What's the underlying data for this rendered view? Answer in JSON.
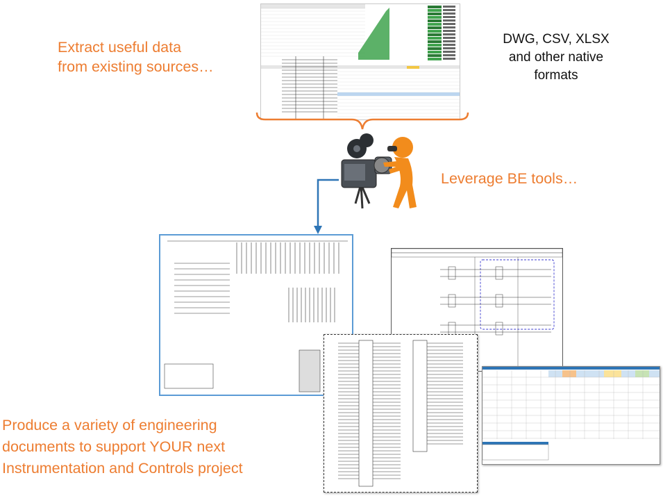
{
  "slide": {
    "caption_extract": [
      "Extract useful data",
      "from existing sources…"
    ],
    "caption_formats": [
      "DWG, CSV, XLSX",
      "and other native",
      "formats"
    ],
    "caption_leverage": "Leverage BE tools…",
    "caption_produce": [
      "Produce a variety of engineering",
      "documents to support YOUR next",
      "Instrumentation and Controls project"
    ]
  },
  "colors": {
    "accent": "#ED7D31",
    "arrow": "#2E75B6",
    "blue_border": "#5B9BD5",
    "green": "#2E9E3E"
  },
  "icons": {
    "brace": "curly-brace-icon",
    "figure": "stick-figure-camera-icon",
    "arrow": "down-arrow-icon"
  }
}
